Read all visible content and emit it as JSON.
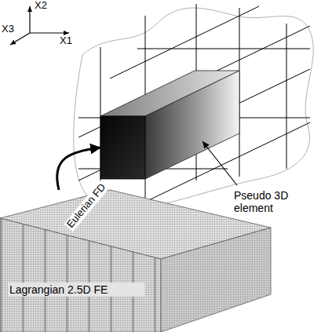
{
  "diagram": {
    "nodes": [
      {
        "text": [
          "Lagrangian 2.5D FE"
        ]
      },
      {
        "text": [
          "Pseudo 3D element"
        ]
      }
    ],
    "edges": [
      {
        "from": 0,
        "to": 1,
        "arrow": "to",
        "label": "Eulerian FD"
      }
    ],
    "labels": [
      "X2",
      "X3",
      "X1"
    ]
  }
}
